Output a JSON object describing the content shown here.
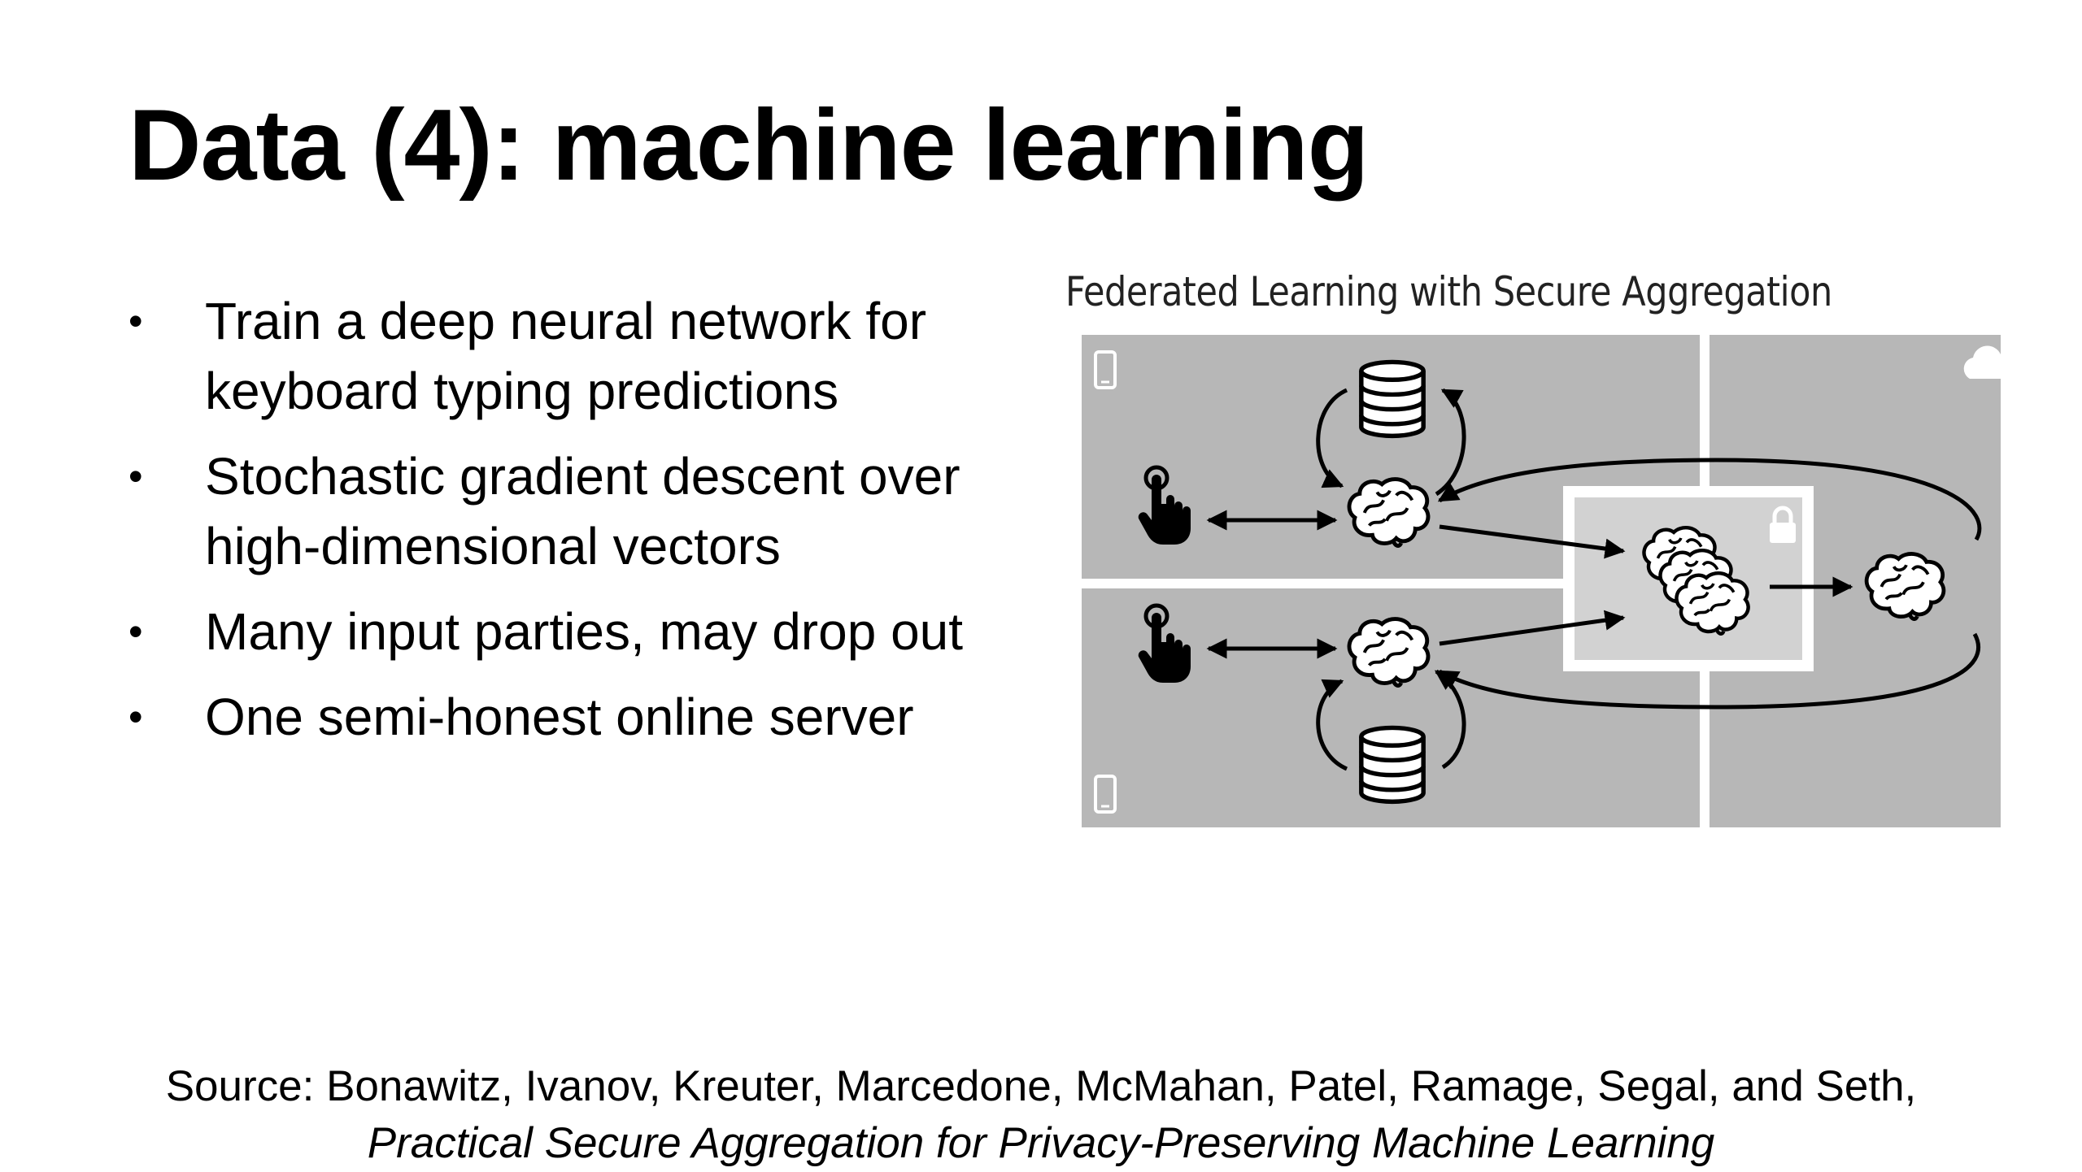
{
  "slide": {
    "title": "Data (4): machine learning",
    "bullets": [
      "Train a deep neural network for keyboard typing predictions",
      "Stochastic gradient descent over high-dimensional vectors",
      "Many input parties, may drop out",
      "One semi-honest online server"
    ],
    "bullet_symbol": "•"
  },
  "figure": {
    "title": "Federated Learning with Secure Aggregation",
    "icons": [
      "phone-icon",
      "database-icon",
      "brain-icon",
      "hand-touch-icon",
      "cloud-icon",
      "lock-icon"
    ],
    "colors": {
      "panel": "#b7b7b7",
      "aggregator": "#d2d2d2",
      "border": "#ffffff"
    }
  },
  "source": {
    "prefix": "Source: Bonawitz, Ivanov, Kreuter, Marcedone, McMahan, Patel, Ramage, Segal, and Seth,",
    "paper": "Practical Secure Aggregation for Privacy-Preserving Machine Learning"
  }
}
